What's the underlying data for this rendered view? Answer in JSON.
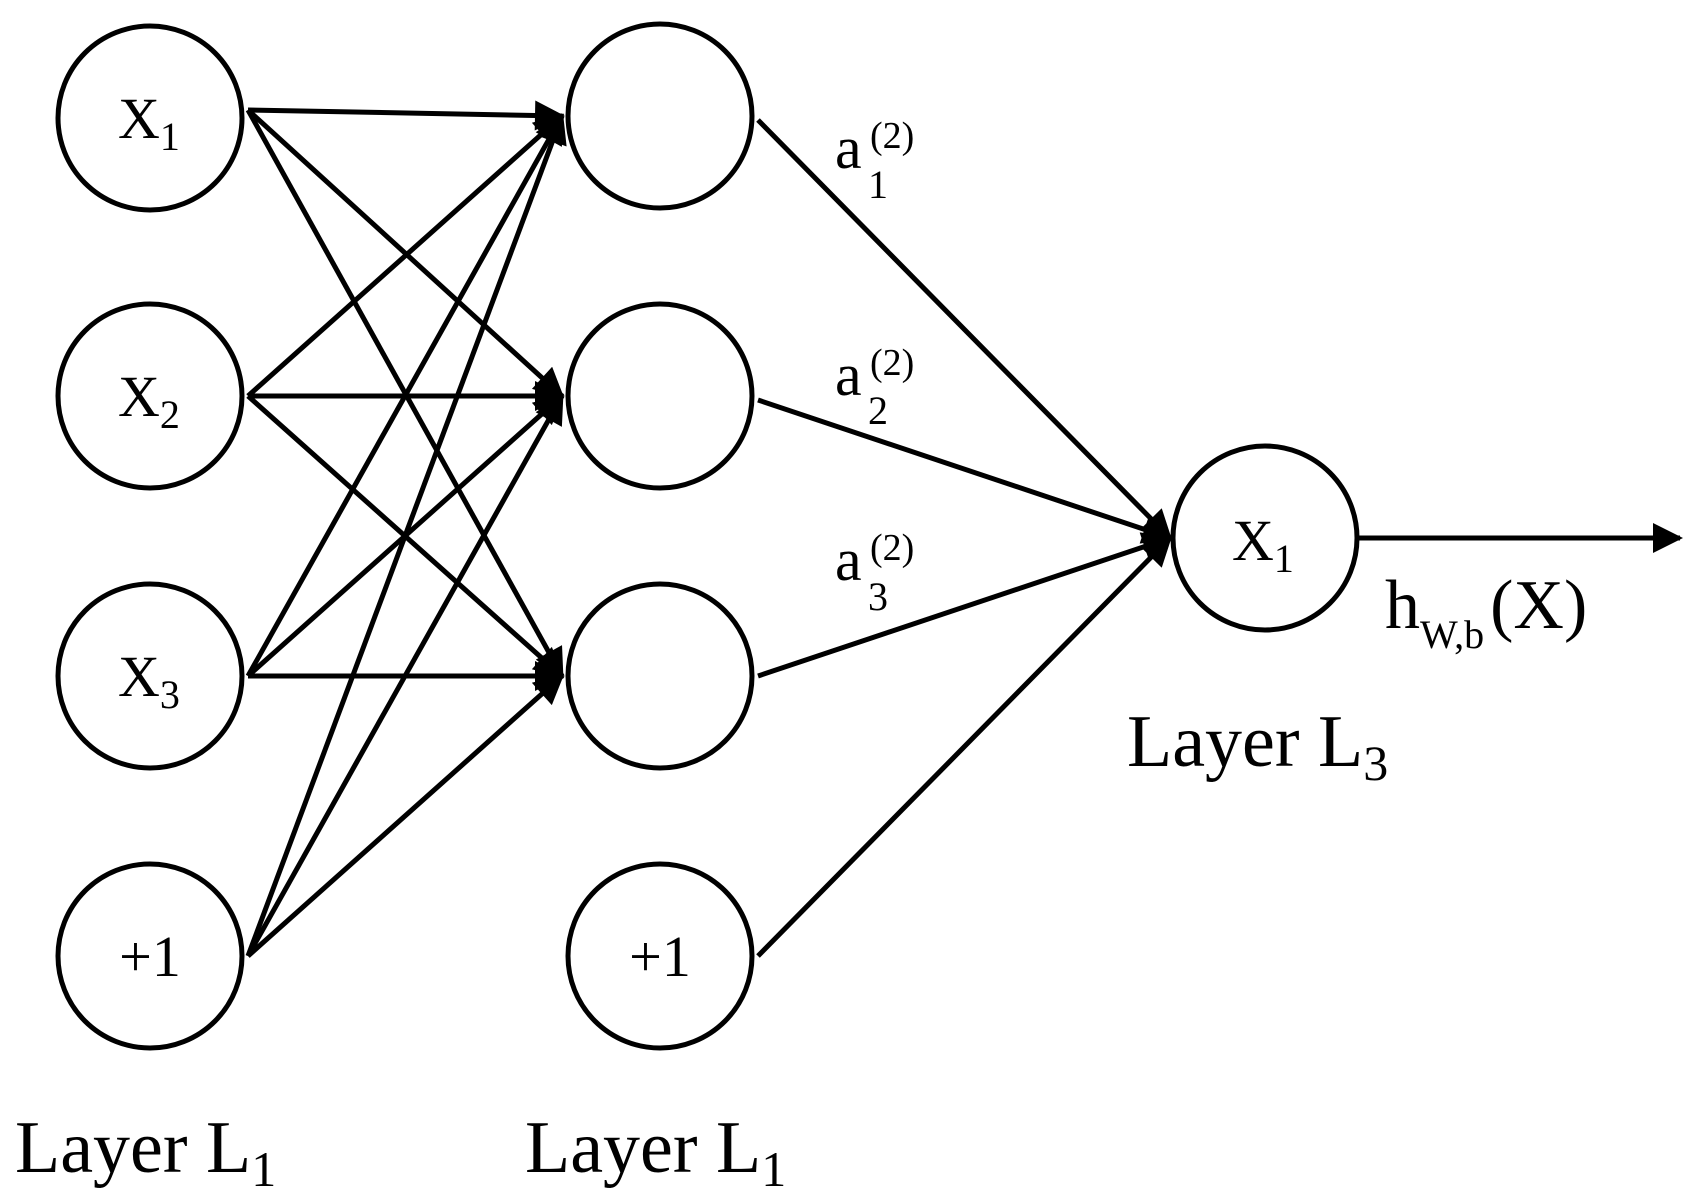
{
  "nodes": {
    "input_1": {
      "base": "X",
      "sub": "1"
    },
    "input_2": {
      "base": "X",
      "sub": "2"
    },
    "input_3": {
      "base": "X",
      "sub": "3"
    },
    "input_bias": {
      "text": "+1"
    },
    "hidden_bias": {
      "text": "+1"
    },
    "output": {
      "base": "X",
      "sub": "1"
    }
  },
  "activations": [
    {
      "base": "a",
      "sub": "1",
      "sup": "(2)"
    },
    {
      "base": "a",
      "sub": "2",
      "sup": "(2)"
    },
    {
      "base": "a",
      "sub": "3",
      "sup": "(2)"
    }
  ],
  "hypothesis": {
    "base": "h",
    "sub": "W,b",
    "arg": "(X)"
  },
  "layers": {
    "input": {
      "text": "Layer L",
      "sub": "1"
    },
    "hidden": {
      "text": "Layer L",
      "sub": "1"
    },
    "output": {
      "text": "Layer L",
      "sub": "3"
    }
  },
  "colors": {
    "stroke": "#000000",
    "background": "#ffffff"
  }
}
